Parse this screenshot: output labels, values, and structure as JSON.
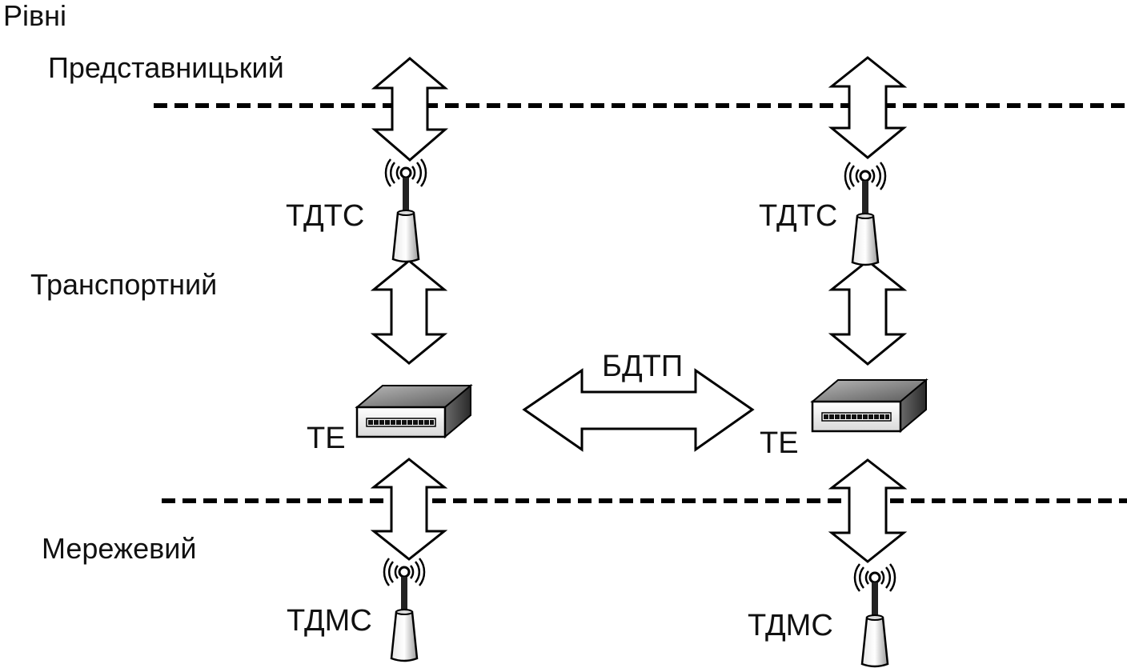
{
  "title": "Рівні",
  "levels": {
    "presentation": "Представницький",
    "transport": "Транспортний",
    "network": "Мережевий"
  },
  "nodes": {
    "left": {
      "tdts": "ТДТС",
      "te": "ТЕ",
      "tdms": "ТДМС"
    },
    "right": {
      "tdts": "ТДТС",
      "te": "ТЕ",
      "tdms": "ТДМС"
    }
  },
  "link": {
    "label": "БДТП"
  },
  "icons": {
    "antenna": "antenna-icon",
    "terminal": "terminal-device-icon",
    "arrow": "double-arrow"
  },
  "colors": {
    "line": "#000000",
    "fill": "#ffffff",
    "device_top": "#8a8a8a",
    "device_front": "#f2f2f2"
  }
}
